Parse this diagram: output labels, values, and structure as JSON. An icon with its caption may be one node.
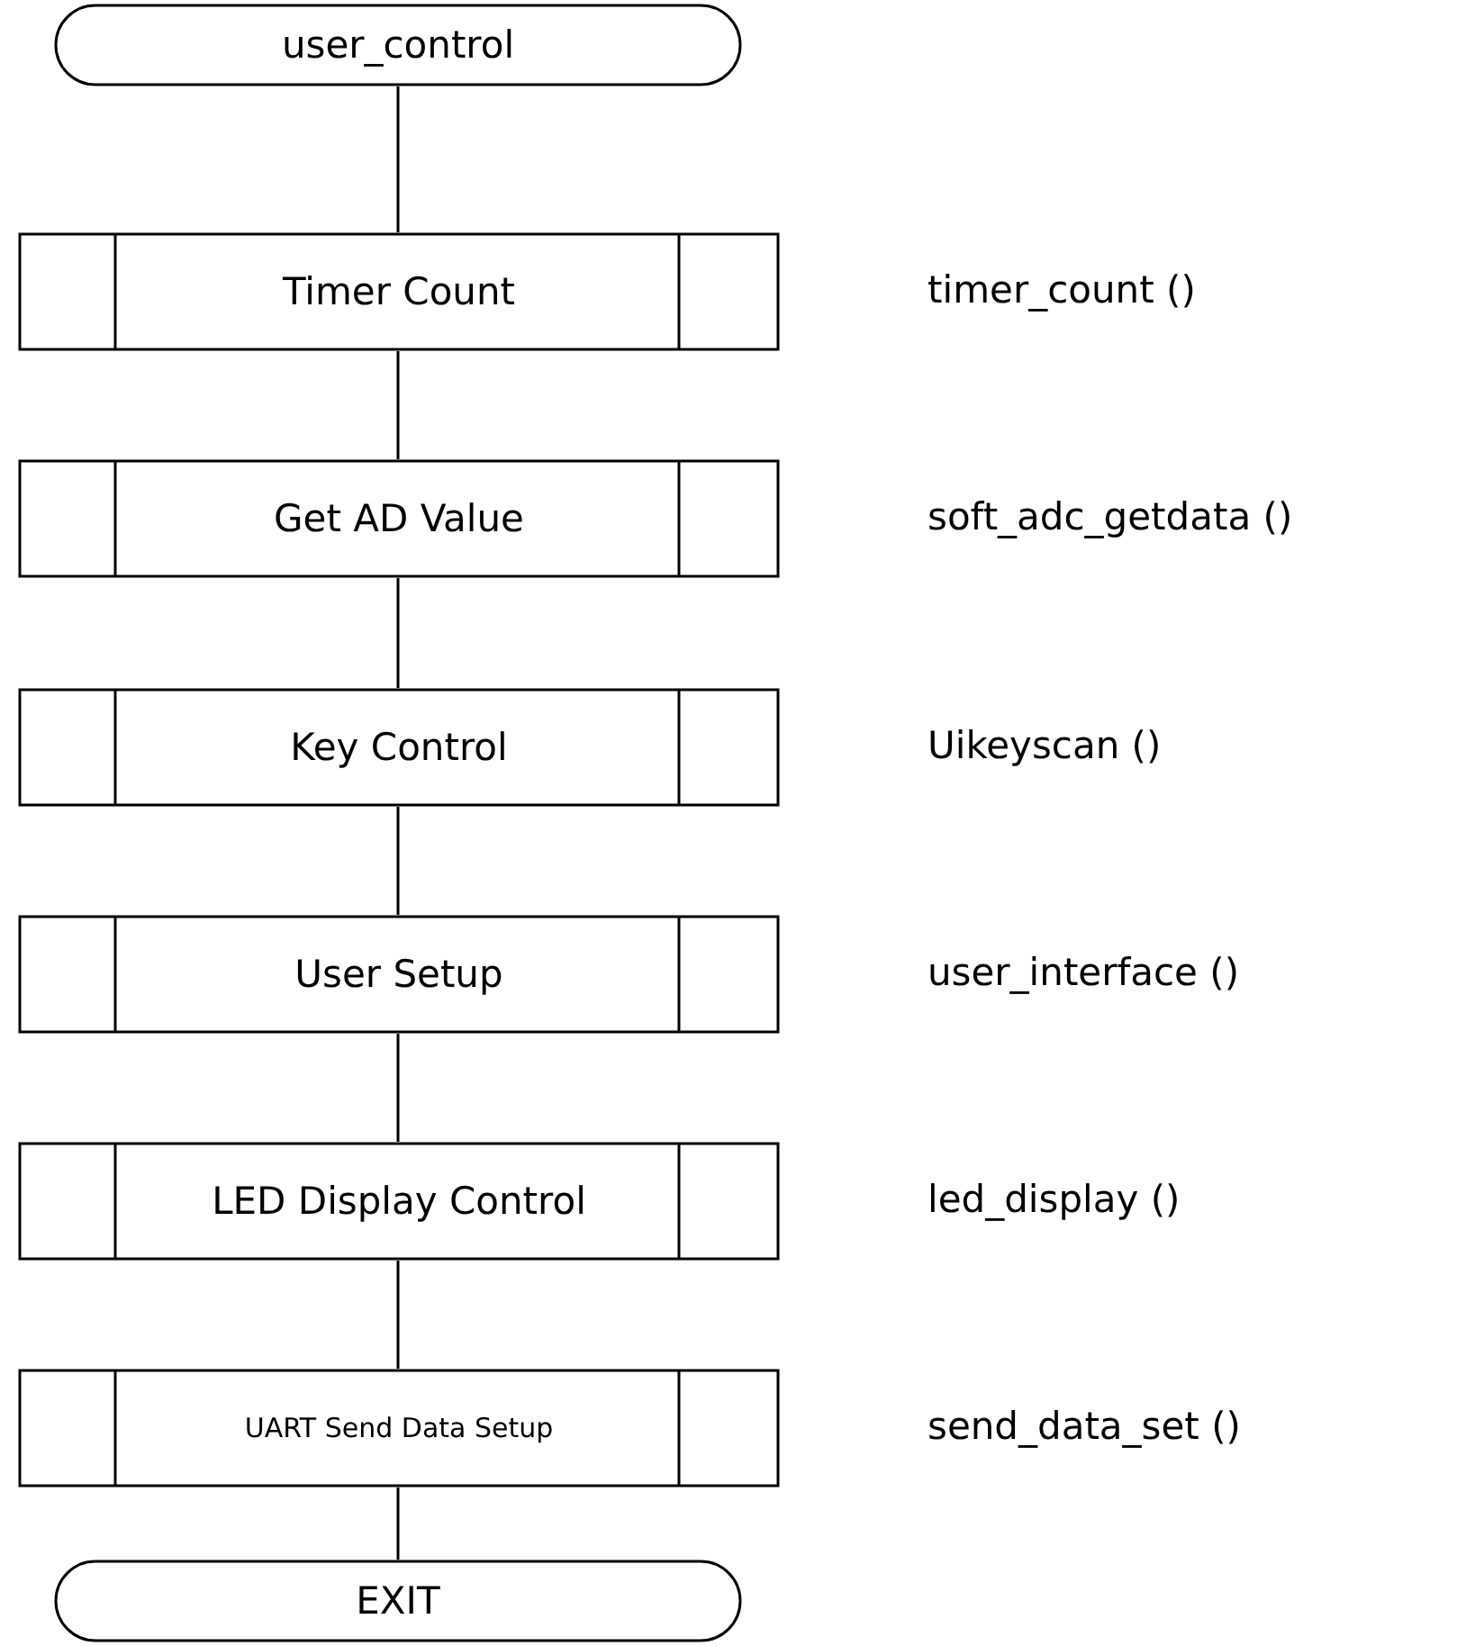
{
  "diagram": {
    "nodes": [
      {
        "text": [
          "user_control"
        ]
      },
      {
        "text": [
          "Timer Count"
        ]
      },
      {
        "text": [
          "Get AD Value"
        ]
      },
      {
        "text": [
          "Key Control"
        ]
      },
      {
        "text": [
          "User Setup"
        ]
      },
      {
        "text": [
          "LED Display Control"
        ]
      },
      {
        "text": [
          "UART Send Data Setup"
        ]
      },
      {
        "text": [
          "EXIT"
        ]
      }
    ],
    "edges": [
      {
        "from": 0,
        "to": 1,
        "arrow": "none"
      },
      {
        "from": 1,
        "to": 2,
        "arrow": "none"
      },
      {
        "from": 2,
        "to": 3,
        "arrow": "none"
      },
      {
        "from": 3,
        "to": 4,
        "arrow": "none"
      },
      {
        "from": 4,
        "to": 5,
        "arrow": "none"
      },
      {
        "from": 5,
        "to": 6,
        "arrow": "none"
      },
      {
        "from": 6,
        "to": 7,
        "arrow": "none"
      }
    ],
    "labels": [
      "timer_count ()",
      "soft_adc_getdata ()",
      "Uikeyscan ()",
      "user_interface ()",
      "led_display ()",
      "send_data_set ()"
    ]
  }
}
